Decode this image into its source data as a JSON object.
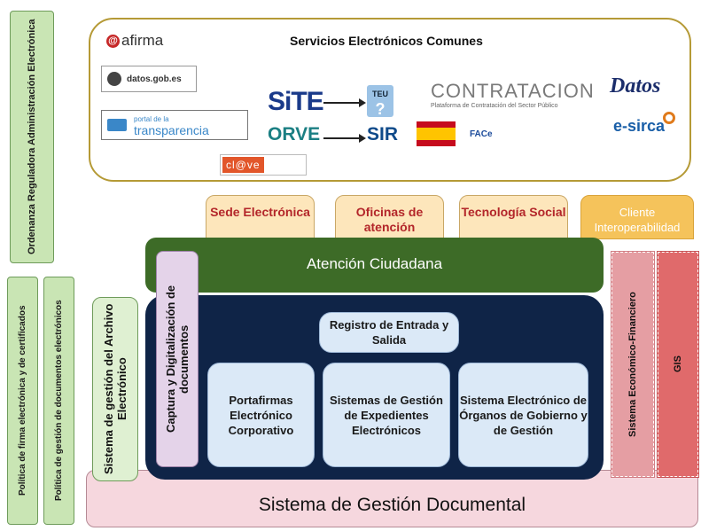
{
  "side_labels": {
    "ordenanza": "Ordenanza Reguladora Administración Electrónica",
    "politica_firma": "Política de firma electrónica y de certificados",
    "politica_gestion": "Política de gestión de documentos electrónicos"
  },
  "services": {
    "title": "Servicios Electrónicos Comunes",
    "logos": {
      "afirma": "afirma",
      "datos_gob": "datos.gob.es",
      "portal_de_la": "portal de la",
      "transparencia": "transparencia",
      "clave": "cl@ve",
      "site": "SiTE",
      "orve": "ORVE",
      "teu": "TEU",
      "sir": "SIR",
      "contratacion": "CONTRATACION",
      "contratacion_sub": "Plataforma de Contratación del Sector Público",
      "face": "FACe",
      "datos": "Datos",
      "esirca": "e-sirca"
    }
  },
  "tabs": {
    "sede": "Sede Electrónica",
    "oficinas": "Oficinas de atención",
    "tecnologia": "Tecnología Social",
    "cliente": "Cliente Interoperabilidad"
  },
  "atencion": "Atención Ciudadana",
  "captura": "Captura y Digitalización de documentos",
  "archivo": "Sistema de gestión del Archivo Electrónico",
  "registro": "Registro de Entrada y Salida",
  "portafirmas": "Portafirmas Electrónico Corporativo",
  "expedientes": "Sistemas de Gestión de Expedientes Electrónicos",
  "organos": "Sistema Electrónico de Órganos de Gobierno y de Gestión",
  "economico": "Sistema Económico-Financiero",
  "gis": "GIS",
  "sgd": "Sistema de Gestión Documental",
  "colors": {
    "green_side": "#c9e5b4",
    "services_border": "#b59a36",
    "tab_bg": "#fde6bb",
    "tab_text": "#b3262a",
    "tab_dark": "#f5c35b",
    "atencion": "#3d6b27",
    "core": "#0f2447",
    "pill": "#dbe9f7",
    "sgd": "#f6d7de",
    "captura": "#e4d3e9",
    "economico": "#e59ea3",
    "gis": "#e06a6b"
  }
}
